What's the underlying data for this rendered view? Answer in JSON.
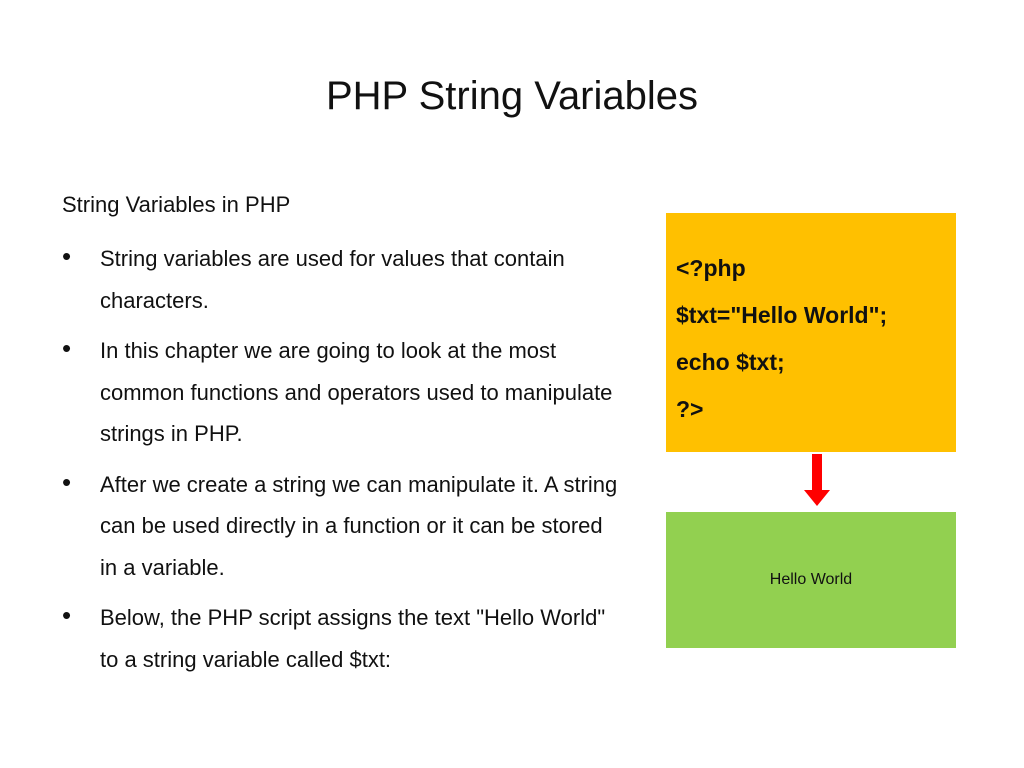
{
  "slide": {
    "title": "PHP String Variables",
    "subtitle": "String Variables in PHP",
    "bullets": [
      {
        "symbol": "•",
        "text": "String variables are used for values that contain characters."
      },
      {
        "symbol": "•",
        "text": "In this chapter we are going to look at the most common functions and operators used to manipulate strings in PHP."
      },
      {
        "symbol": "•",
        "text": "After we create a string we can manipulate it. A string can be used directly in a function or it can be stored in a variable."
      },
      {
        "symbol": "•",
        "text": "Below, the PHP script assigns the text \"Hello World\" to a string variable called $txt:"
      }
    ]
  },
  "code_box": {
    "lines": [
      "<?php",
      "$txt=\"Hello World\";",
      "echo $txt;",
      "?>"
    ],
    "color": "#ffc000"
  },
  "arrow": {
    "icon": "down-arrow-icon",
    "color": "#ff0000"
  },
  "output_box": {
    "text": "Hello World",
    "color": "#92d050"
  }
}
